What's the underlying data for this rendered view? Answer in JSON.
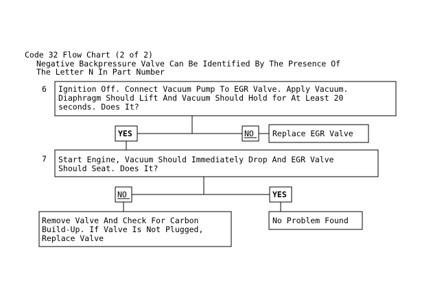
{
  "header": {
    "title": "Code 32 Flow Chart (2 of 2)",
    "note_line1": "Negative Backpressure Valve Can Be Identified By The Presence Of",
    "note_line2": "The Letter N In Part Number"
  },
  "step6": {
    "number": "6",
    "lines": [
      "Ignition Off. Connect Vacuum Pump To EGR Valve. Apply Vacuum.",
      "Diaphragm Should Lift And Vacuum Should Hold for At Least 20",
      "seconds. Does It?"
    ],
    "yes_label": "YES",
    "no_label": "NO",
    "no_result": "Replace EGR Valve"
  },
  "step7": {
    "number": "7",
    "lines": [
      "Start Engine, Vacuum Should Immediately Drop And EGR Valve",
      "Should Seat. Does It?"
    ],
    "no_label": "NO",
    "yes_label": "YES",
    "no_result_lines": [
      "Remove Valve And Check For Carbon",
      "Build-Up. If Valve Is Not Plugged,",
      "Replace Valve"
    ],
    "yes_result": "No Problem Found"
  }
}
